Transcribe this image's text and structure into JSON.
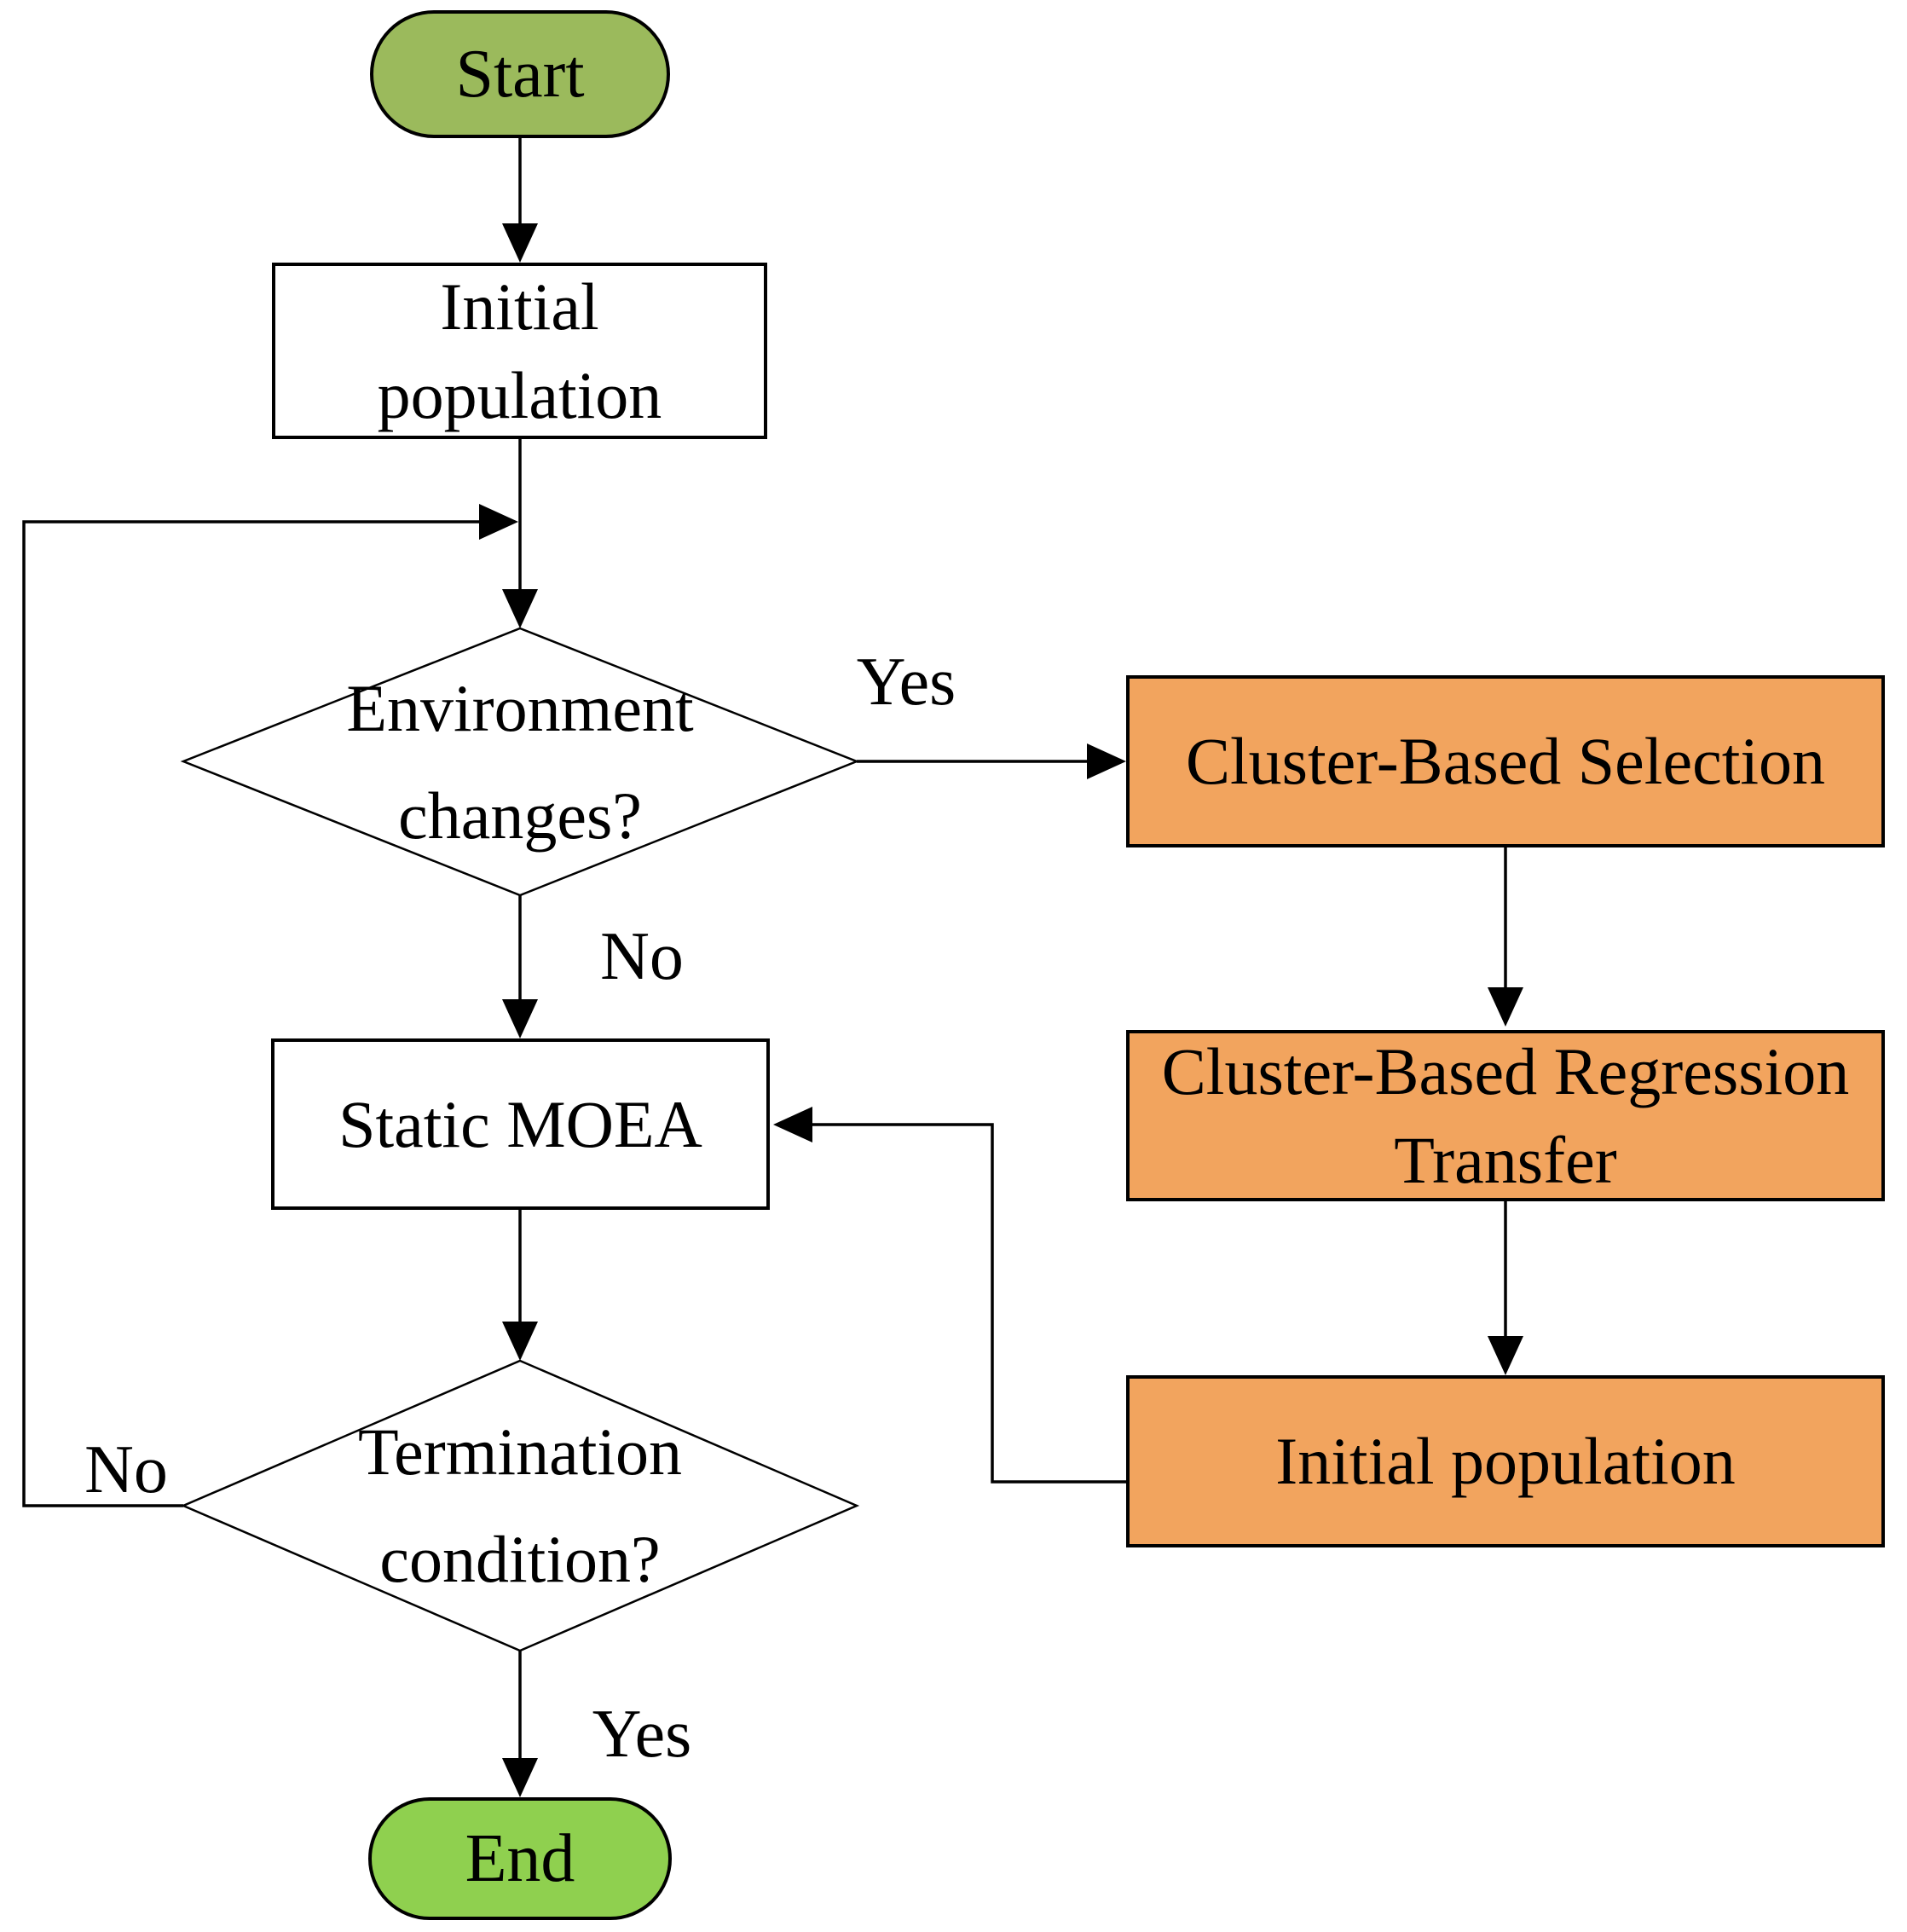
{
  "flowchart": {
    "nodes": {
      "start": {
        "type": "terminator",
        "label": "Start",
        "fill": "#9BBA5C"
      },
      "initial_population": {
        "type": "process",
        "lines": [
          "Initial",
          "population"
        ],
        "fill": "#FFFFFF"
      },
      "environment_changes": {
        "type": "decision",
        "lines": [
          "Environment",
          "changes?"
        ],
        "fill": "#FFFFFF"
      },
      "cluster_based_selection": {
        "type": "process",
        "label": "Cluster-Based Selection",
        "fill": "#F2A45E"
      },
      "cluster_based_regression_transfer": {
        "type": "process",
        "lines": [
          "Cluster-Based Regression",
          "Transfer"
        ],
        "fill": "#F2A45E"
      },
      "initial_population_transfer": {
        "type": "process",
        "label": "Initial population",
        "fill": "#F2A45E"
      },
      "static_moea": {
        "type": "process",
        "label": "Static MOEA",
        "fill": "#FFFFFF"
      },
      "termination_condition": {
        "type": "decision",
        "lines": [
          "Termination",
          "condition?"
        ],
        "fill": "#FFFFFF"
      },
      "end": {
        "type": "terminator",
        "label": "End",
        "fill": "#8FD04F"
      }
    },
    "edges": [
      {
        "from": "start",
        "to": "initial_population",
        "label": ""
      },
      {
        "from": "initial_population",
        "to": "environment_changes",
        "label": ""
      },
      {
        "from": "environment_changes",
        "to": "cluster_based_selection",
        "label": "Yes"
      },
      {
        "from": "environment_changes",
        "to": "static_moea",
        "label": "No"
      },
      {
        "from": "cluster_based_selection",
        "to": "cluster_based_regression_transfer",
        "label": ""
      },
      {
        "from": "cluster_based_regression_transfer",
        "to": "initial_population_transfer",
        "label": ""
      },
      {
        "from": "initial_population_transfer",
        "to": "static_moea",
        "label": ""
      },
      {
        "from": "static_moea",
        "to": "termination_condition",
        "label": ""
      },
      {
        "from": "termination_condition",
        "to": "end",
        "label": "Yes"
      },
      {
        "from": "termination_condition",
        "to": "environment_changes",
        "label": "No"
      }
    ],
    "colors": {
      "line": "#000000",
      "start_fill": "#9BBA5C",
      "end_fill": "#8FD04F",
      "transfer_fill": "#F2A45E",
      "process_fill": "#FFFFFF"
    }
  }
}
